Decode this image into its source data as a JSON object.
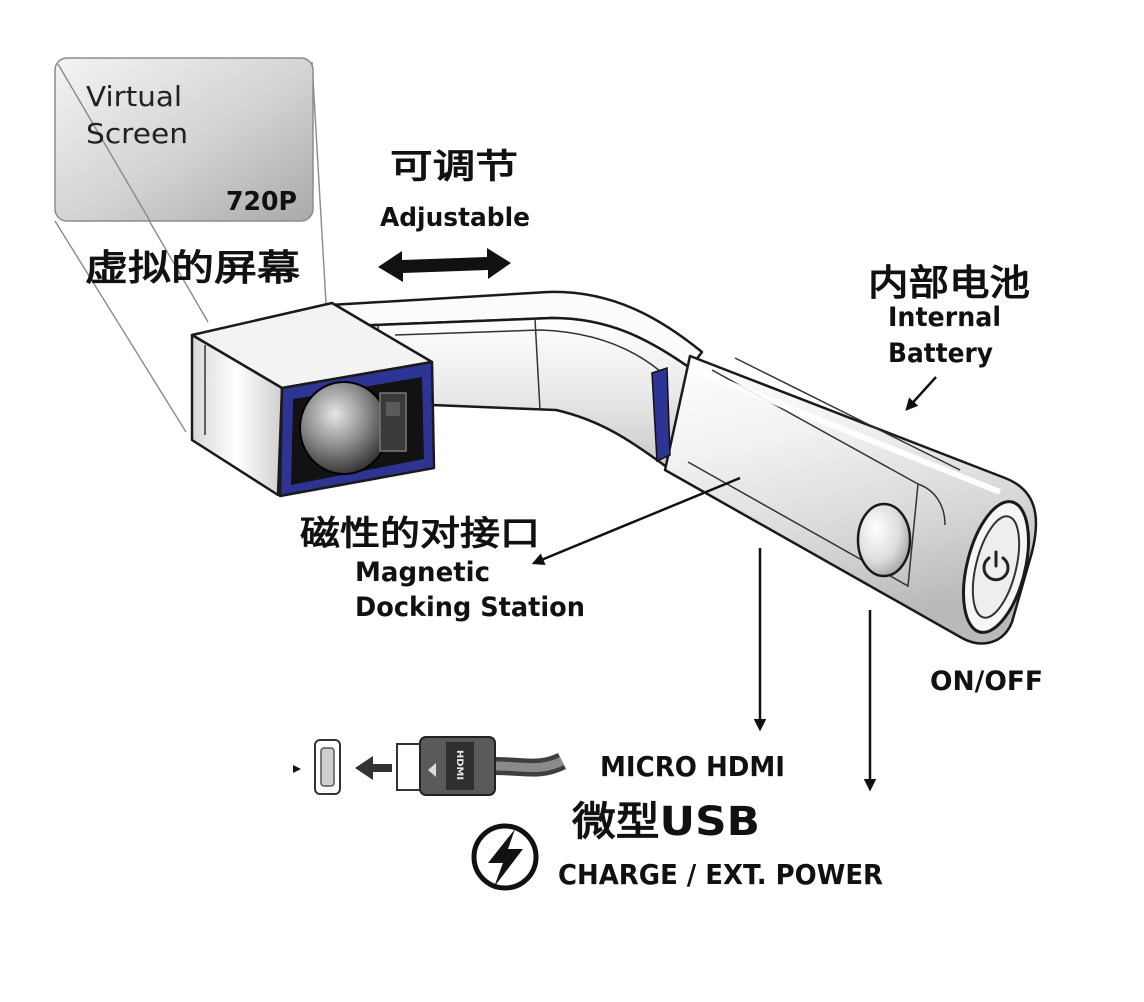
{
  "labels": {
    "virtual_screen": {
      "line1": "Virtual",
      "line2": "Screen",
      "resolution": "720P"
    },
    "virtual_screen_cn": "虚拟的屏幕",
    "adjustable_cn": "可调节",
    "adjustable": "Adjustable",
    "battery_cn": "内部电池",
    "battery_line1": "Internal",
    "battery_line2": "Battery",
    "docking_cn": "磁性的对接口",
    "docking_line1": "Magnetic",
    "docking_line2": "Docking Station",
    "on_off": "ON/OFF",
    "micro_hdmi": "MICRO HDMI",
    "micro_usb_cn": "微型USB",
    "charge": "CHARGE / EXT. POWER",
    "plug_label": "HDMI"
  },
  "icons": {
    "adjust": "double-arrow-icon",
    "power": "power-icon",
    "charge": "lightning-icon",
    "port": "micro-hdmi-port-icon",
    "plug": "hdmi-plug-icon"
  },
  "colors": {
    "text": "#111111",
    "lens_rim": "#2e3493",
    "screen_box": "#c8c8c8",
    "device_body": "#f2f2f2"
  }
}
